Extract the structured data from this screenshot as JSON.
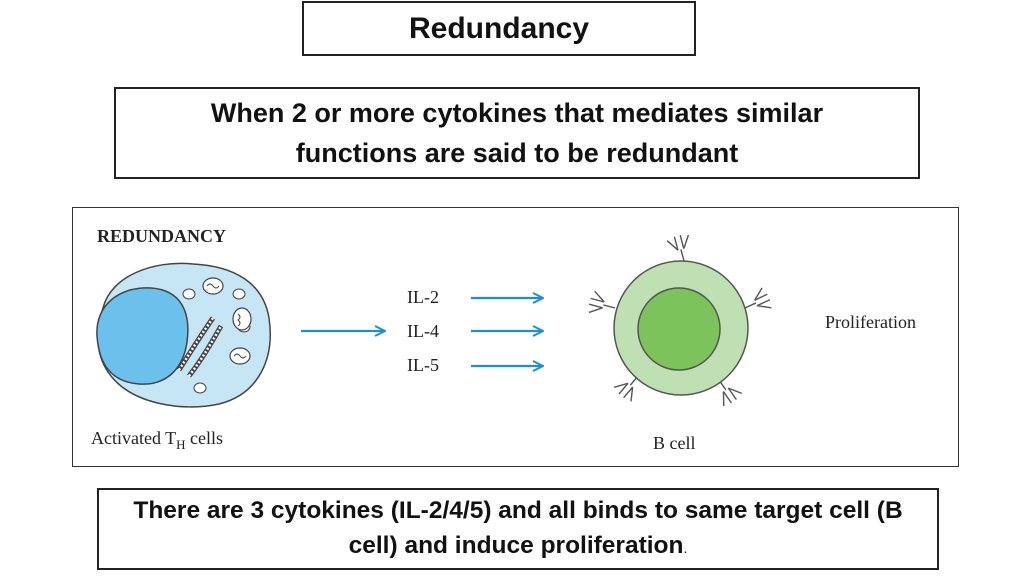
{
  "title": "Redundancy",
  "definition": "When 2 or more cytokines that mediates similar functions are said to be redundant",
  "figure": {
    "heading": "REDUNDANCY",
    "source_cell_label": "Activated T",
    "source_cell_subscript": "H",
    "source_cell_label_suffix": " cells",
    "cytokines": [
      "IL-2",
      "IL-4",
      "IL-5"
    ],
    "target_cell_label": "B cell",
    "effect_label": "Proliferation",
    "colors": {
      "arrow": "#1e8fd6",
      "th_cell_body": "#c7e6f5",
      "th_cell_nucleus": "#6cc0ec",
      "b_cell_outer": "#bfe0b3",
      "b_cell_inner": "#7cc35c"
    }
  },
  "summary": {
    "text": "There are 3 cytokines  (IL-2/4/5) and all binds to same target cell (B cell) and induce proliferation",
    "trailing": "."
  }
}
